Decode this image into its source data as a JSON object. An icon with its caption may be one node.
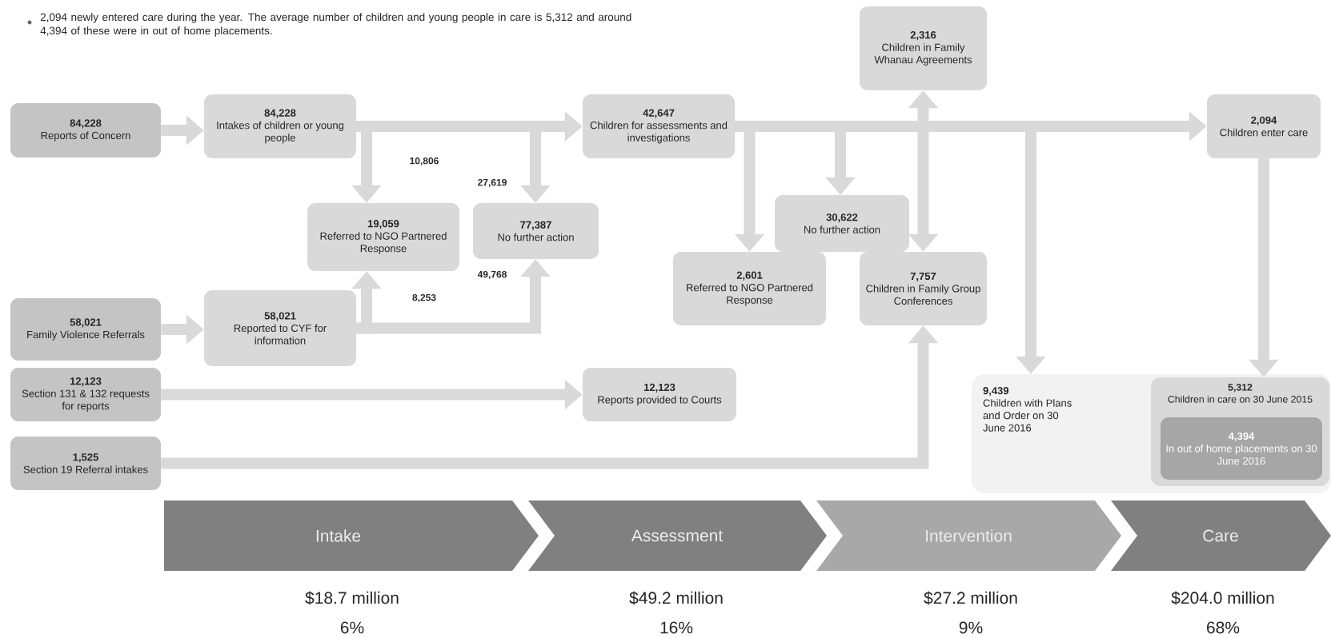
{
  "diagram": {
    "nodes": [
      {
        "text": [
          "84,228",
          "Reports of Concern"
        ]
      },
      {
        "text": [
          "84,228",
          "Intakes of children or young people"
        ]
      },
      {
        "text": [
          "19,059",
          "Referred to NGO Partnered Response"
        ]
      },
      {
        "text": [
          "77,387",
          "No further action"
        ]
      },
      {
        "text": [
          "58,021",
          "Family Violence Referrals"
        ]
      },
      {
        "text": [
          "58,021",
          "Reported to CYF for information"
        ]
      },
      {
        "text": [
          "12,123",
          "Section 131 & 132 requests for reports"
        ]
      },
      {
        "text": [
          "1,525",
          "Section 19 Referral intakes"
        ]
      },
      {
        "text": [
          "12,123",
          "Reports provided to Courts"
        ]
      },
      {
        "text": [
          "42,647",
          "Children for assessments and investigations"
        ]
      },
      {
        "text": [
          "2,316",
          "Children in Family Whanau Agreements"
        ]
      },
      {
        "text": [
          "30,622",
          "No further action"
        ]
      },
      {
        "text": [
          "2,601",
          "Referred to NGO Partnered Response"
        ]
      },
      {
        "text": [
          "7,757",
          "Children in Family Group Conferences"
        ]
      },
      {
        "text": [
          "2,094",
          "Children enter care"
        ]
      },
      {
        "text": [
          "9,439",
          "Children with Plans and Order on 30 June 2016"
        ]
      },
      {
        "text": [
          "5,312",
          "Children in care on 30 June 2015"
        ],
        "in": 15
      },
      {
        "text": [
          "4,394",
          "In out of home placements on 30 June 2016"
        ],
        "in": 16
      },
      {
        "text": [
          "Intake"
        ],
        "beside": [
          "$18.7 million",
          "6%"
        ]
      },
      {
        "text": [
          "Assessment"
        ],
        "beside": [
          "$49.2 million",
          "16%"
        ]
      },
      {
        "text": [
          "Intervention"
        ],
        "beside": [
          "$27.2 million",
          "9%"
        ]
      },
      {
        "text": [
          "Care"
        ],
        "beside": [
          "$204.0 million",
          "68%"
        ]
      }
    ],
    "edges": [
      {
        "from": 0,
        "to": 1,
        "arrow": "to"
      },
      {
        "from": 1,
        "to": 9,
        "arrow": "to"
      },
      {
        "from": 1,
        "to": 2,
        "arrow": "to",
        "label": "10,806"
      },
      {
        "from": 1,
        "to": 3,
        "arrow": "to",
        "label": "27,619"
      },
      {
        "from": 4,
        "to": 5,
        "arrow": "to"
      },
      {
        "from": 5,
        "to": 2,
        "arrow": "to",
        "label": "8,253"
      },
      {
        "from": 5,
        "to": 3,
        "arrow": "to",
        "label": "49,768"
      },
      {
        "from": 6,
        "to": 8,
        "arrow": "to"
      },
      {
        "from": 7,
        "to": 13,
        "arrow": "to"
      },
      {
        "from": 9,
        "to": 14,
        "arrow": "to"
      },
      {
        "from": 9,
        "to": 12,
        "arrow": "to"
      },
      {
        "from": 9,
        "to": 11,
        "arrow": "to"
      },
      {
        "from": 9,
        "to": 10,
        "arrow": "to"
      },
      {
        "from": 9,
        "to": 13,
        "arrow": "to"
      },
      {
        "from": 9,
        "to": 15,
        "arrow": "to"
      },
      {
        "from": 14,
        "to": 16,
        "arrow": "to"
      }
    ],
    "labels": [
      "2,094 newly entered care during the year. The average number of children and young people in care is 5,312 and around 4,394 of these were in out of home placements."
    ]
  }
}
